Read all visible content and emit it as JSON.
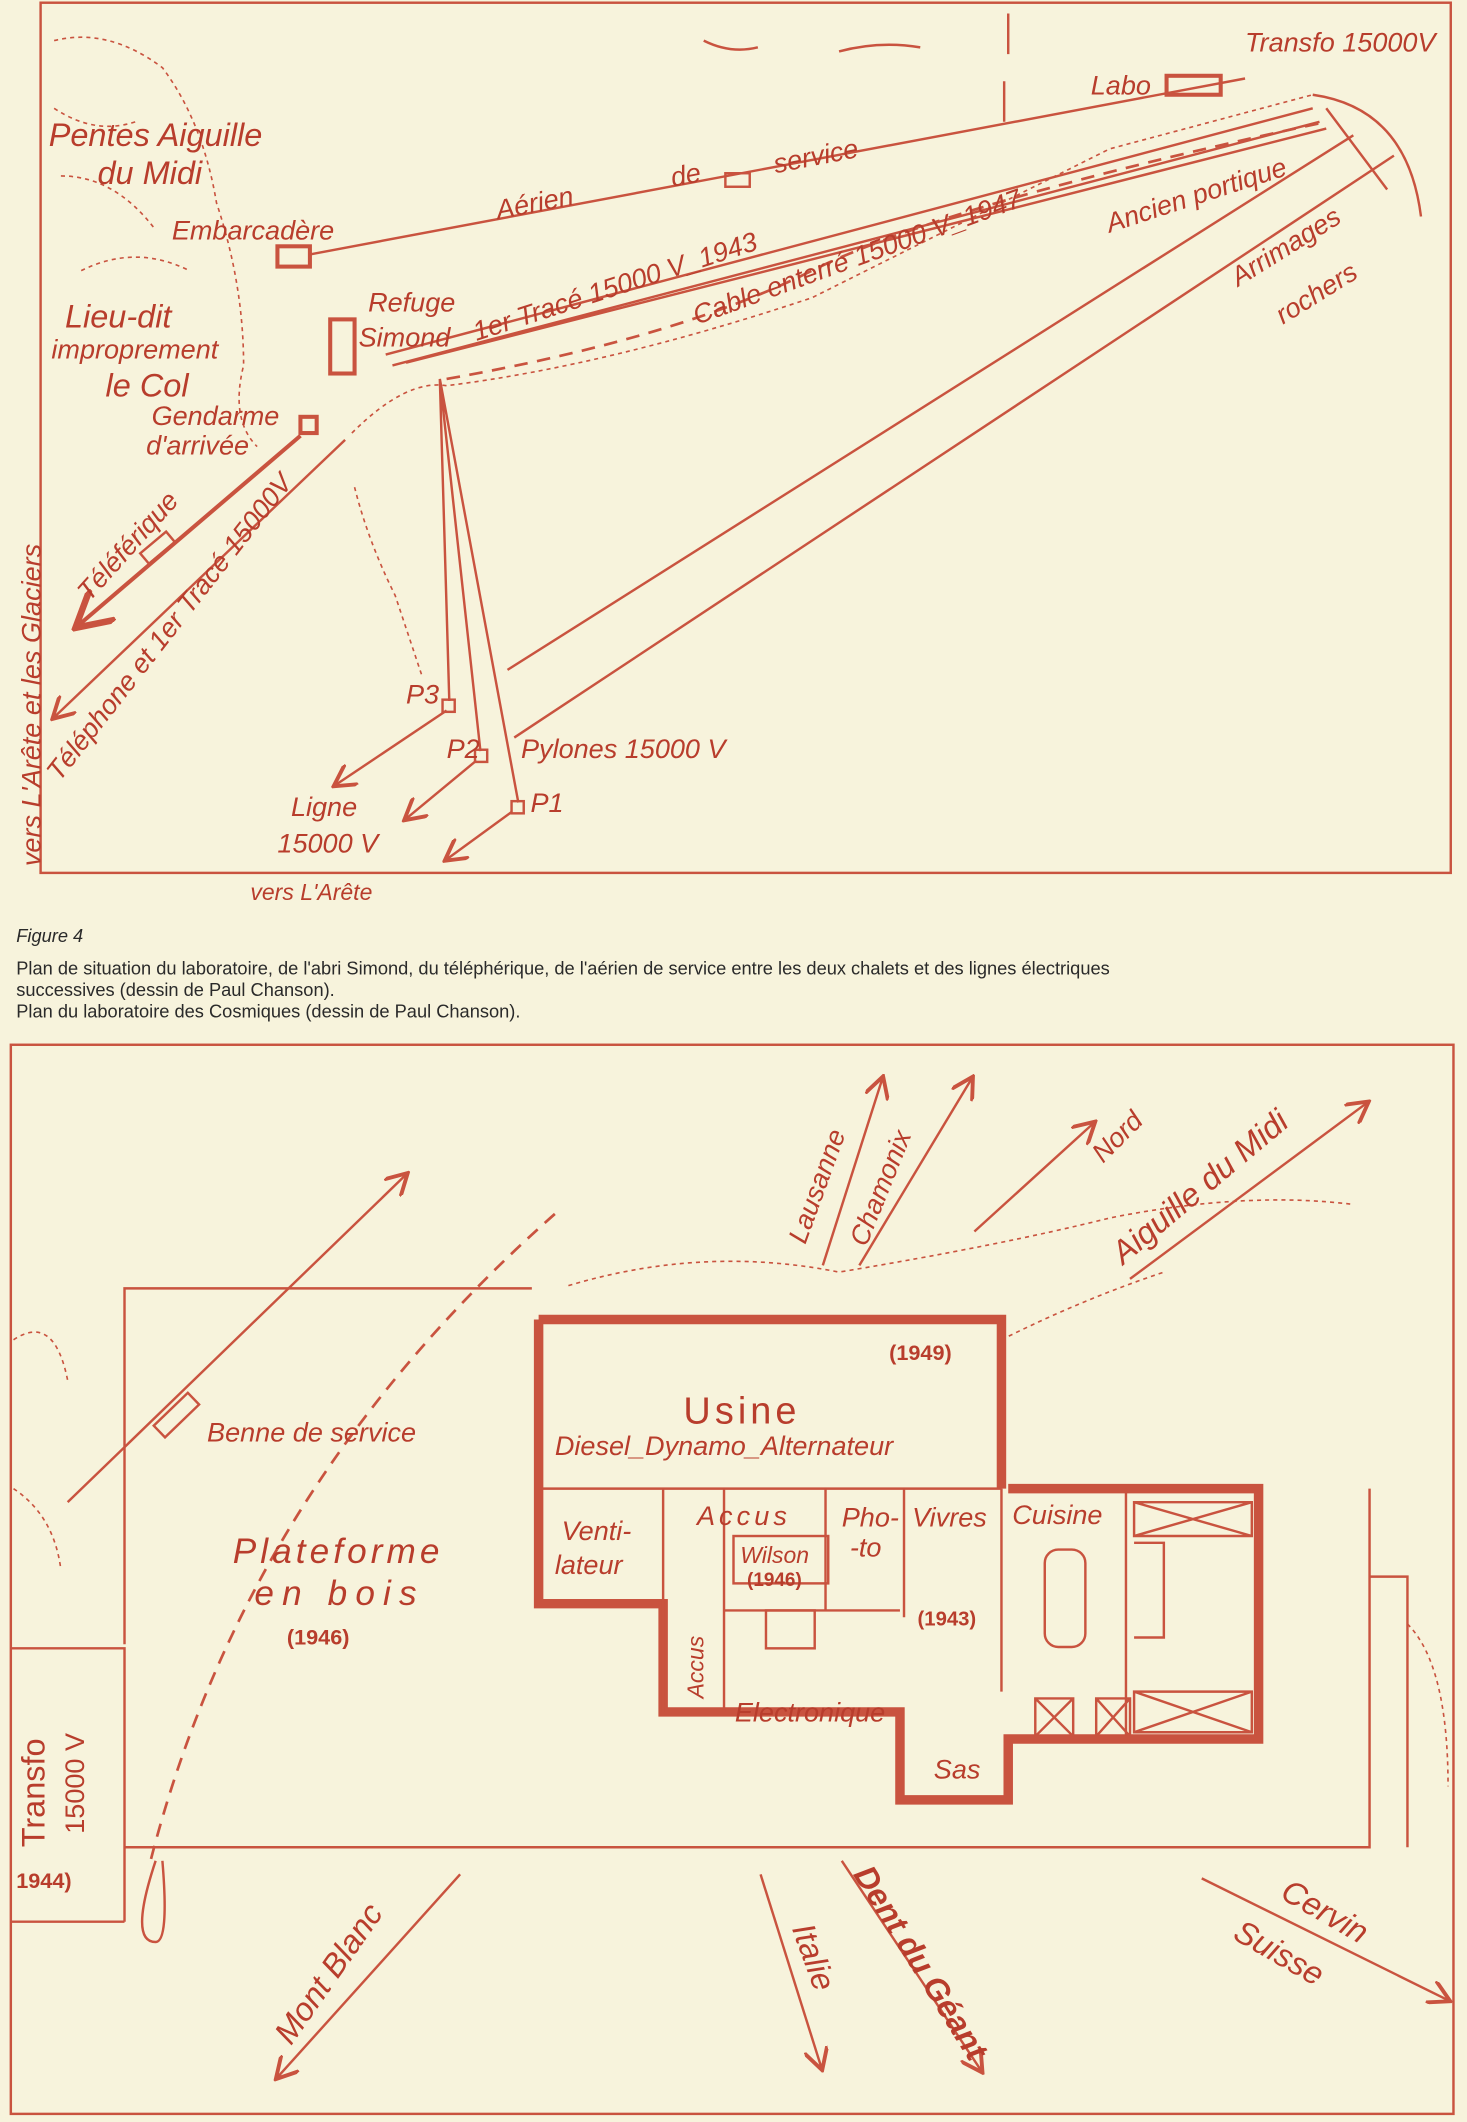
{
  "figure_label": "Figure 4",
  "caption": {
    "line1": "Plan de situation du laboratoire, de l'abri Simond, du téléphérique, de l'aérien de service entre les deux chalets et des lignes électriques",
    "line2": "successives (dessin de Paul Chanson).",
    "line3": "Plan du laboratoire des Cosmiques (dessin de Paul Chanson)."
  },
  "top_map": {
    "transfo": "Transfo 15000V",
    "labo": "Labo",
    "pentes": [
      "Pentes Aiguille",
      "du Midi"
    ],
    "embarcadere": "Embarcadère",
    "aerien": [
      "Aérien",
      "de",
      "service"
    ],
    "refuge": [
      "Refuge",
      "Simond"
    ],
    "trace_1943": "1er Tracé 15000 V_1943",
    "cable_1947": "Cable enterré 15000 V_1947",
    "ancien_portique": "Ancien portique",
    "arrimages": [
      "Arrimages",
      "rochers"
    ],
    "lieu_dit": [
      "Lieu-dit",
      "improprement",
      "le Col"
    ],
    "gendarme": [
      "Gendarme",
      "d'arrivée"
    ],
    "teleferique": "Téléférique",
    "telephone": "Téléphone et 1er Tracé 15000V",
    "vers_glaciers": "vers L'Arête et les Glaciers",
    "pylons": [
      "P3",
      "P2",
      "P1"
    ],
    "pylones_label": "Pylones 15000 V",
    "ligne": [
      "Ligne",
      "15000 V"
    ],
    "vers_arete": "vers L'Arête"
  },
  "bottom_plan": {
    "directions": {
      "lausanne": "Lausanne",
      "chamonix": "Chamonix",
      "nord": "Nord",
      "aiguille": "Aiguille du Midi",
      "mont_blanc": "Mont Blanc",
      "italie": "Italie",
      "dent_du_geant": "Dent du Géant",
      "cervin": "Cervin",
      "suisse": "Suisse"
    },
    "usine": [
      "Usine",
      "(1949)",
      "Diesel_Dynamo_Alternateur"
    ],
    "benne": "Benne de service",
    "plateforme": [
      "Plateforme",
      "en bois",
      "(1946)"
    ],
    "ventilateur": [
      "Venti-",
      "lateur"
    ],
    "accus_top": "Accus",
    "wilson": [
      "Wilson",
      "(1946)"
    ],
    "photo": [
      "Pho-",
      "-to"
    ],
    "vivres": "Vivres",
    "cuisine": "Cuisine",
    "year_1943": "(1943)",
    "accus_side": "Accus",
    "electronique": "Electronique",
    "sas": "Sas",
    "transfo": [
      "Transfo",
      "15000 V",
      "1944)"
    ]
  },
  "colors": {
    "ink": "#c9533f",
    "paper": "#f7f3dc"
  }
}
